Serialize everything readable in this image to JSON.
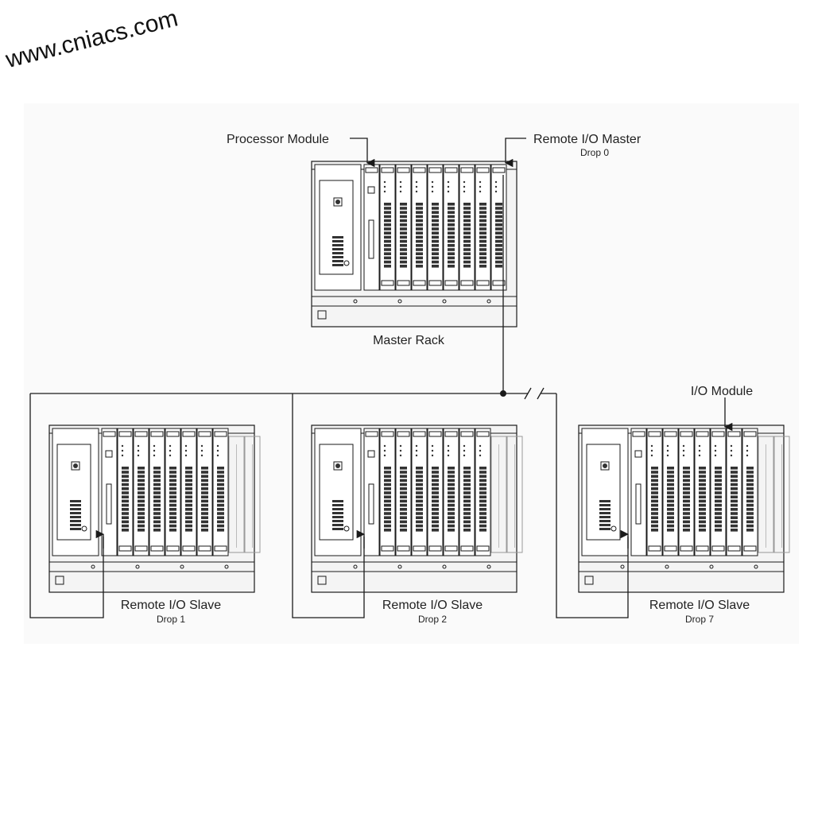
{
  "watermark": "www.cniacs.com",
  "labels": {
    "processor_module": "Processor Module",
    "remote_io_master": "Remote I/O Master",
    "master_drop": "Drop 0",
    "master_rack": "Master Rack",
    "io_module": "I/O Module"
  },
  "slaves": [
    {
      "title": "Remote I/O Slave",
      "drop": "Drop 1"
    },
    {
      "title": "Remote I/O Slave",
      "drop": "Drop 2"
    },
    {
      "title": "Remote I/O Slave",
      "drop": "Drop 7"
    }
  ],
  "colors": {
    "line": "#1a1a1a",
    "panel": "#f4f4f4",
    "module": "#ffffff",
    "terminal": "#333333"
  }
}
